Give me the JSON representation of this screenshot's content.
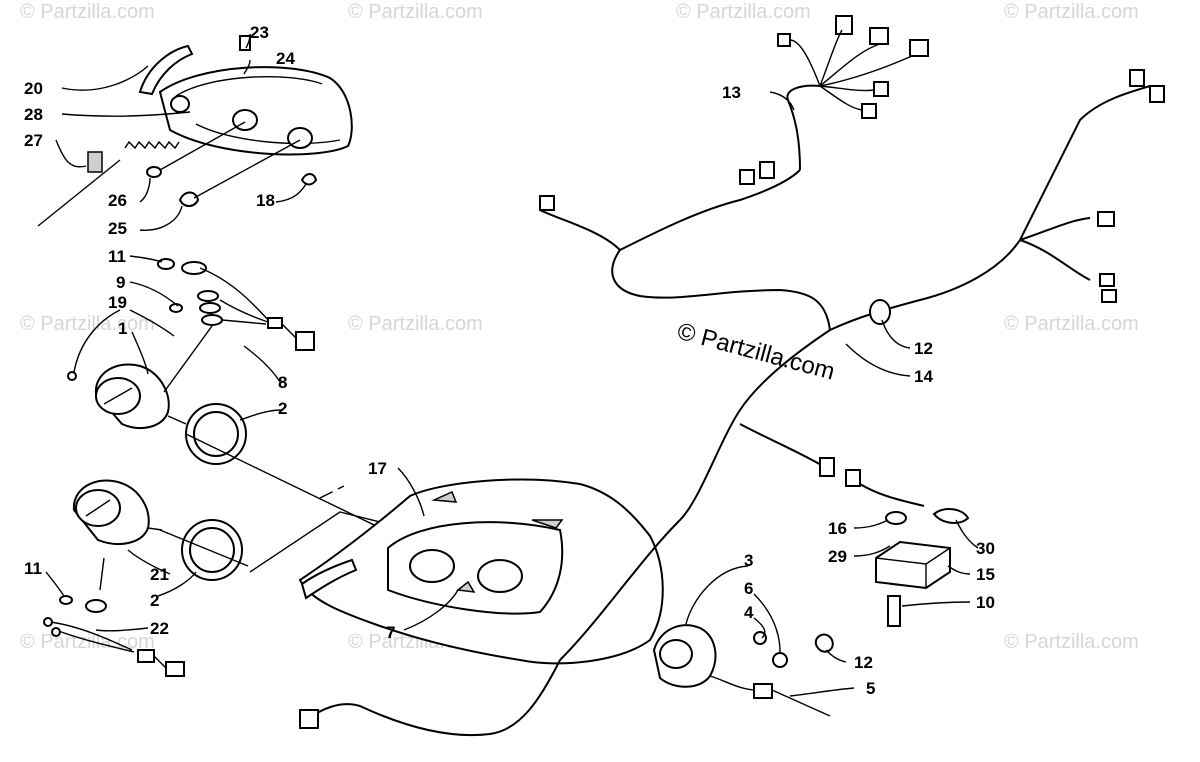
{
  "watermark": {
    "small": "© Partzilla.com",
    "center": "© Partzilla.com"
  },
  "callouts": [
    "23",
    "24",
    "20",
    "28",
    "27",
    "26",
    "25",
    "18",
    "11",
    "9",
    "19",
    "1",
    "8",
    "2",
    "13",
    "12",
    "14",
    "17",
    "16",
    "29",
    "30",
    "15",
    "10",
    "3",
    "6",
    "4",
    "7",
    "11",
    "21",
    "2",
    "22",
    "12",
    "5"
  ]
}
